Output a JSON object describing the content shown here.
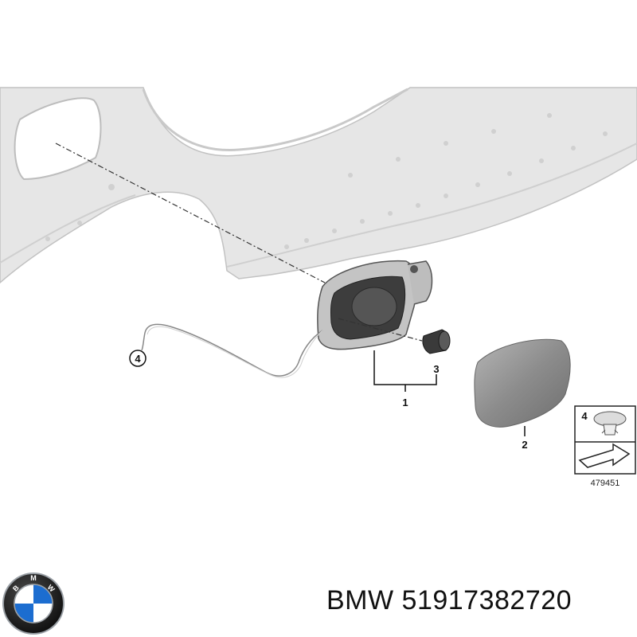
{
  "callouts": {
    "fuel_door_assembly": "1",
    "fuel_cap_cover": "2",
    "plug": "3",
    "cable": "4",
    "clip_inset": "4"
  },
  "reference_number": "479451",
  "logo": {
    "brand_letters": "BMW",
    "colors": {
      "blue": "#1c6dd0",
      "white": "#ffffff",
      "ring": "#1a1a1a",
      "chrome": "#9aa0a6"
    }
  },
  "caption": {
    "brand": "BMW",
    "part_number": "51917382720"
  },
  "colors": {
    "panel_fill": "#e6e6e6",
    "panel_stroke": "#bdbdbd",
    "line": "#333333",
    "cap_fill": "#8f8f8f"
  }
}
